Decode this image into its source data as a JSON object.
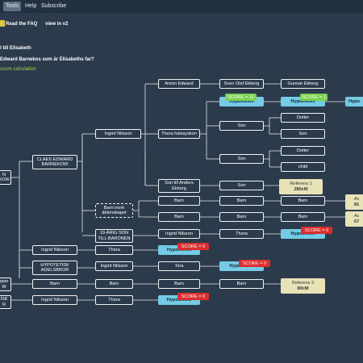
{
  "menu": {
    "items": [
      "Tools",
      "Help",
      "Subscribe"
    ]
  },
  "top_links": {
    "faq": "Read the FAQ",
    "v2": "view in v2"
  },
  "headings": {
    "line1": "l till Elisabeth",
    "line2": "Edward Barnekos som är Elisabeths far?"
  },
  "calc_link": "score calculation",
  "colors": {
    "background": "#2b3b4c",
    "hypothesis": "#75cbe5",
    "reference": "#e8e2b7",
    "score_green": "#7bd150",
    "score_red": "#dc2e2e"
  },
  "nodes": {
    "root_cut": "N\nKOW",
    "claes": "CLAES EDWARD\nBARNEKOW",
    "ingrid_mid": "Ingrid Nilsson",
    "anton": "Anton Edward",
    "sven": "Sven Olof Ekberg",
    "gunnar": "Gunnar Ekberg",
    "hyp_a": "Hypothesis",
    "hyp_b": "Hypothesis",
    "hyp_c": "Hypo",
    "thora_half": "Thora halvsyskon",
    "son1": "Son",
    "dotter1": "Dotter",
    "son_a": "Son",
    "son2": "Son",
    "dotter2": "Dotter",
    "child": "child",
    "son_anders": "Son till Anders\nEkberg",
    "son3": "Son",
    "ref1_title": "Referens 1",
    "ref1_val": "280cM",
    "barn_inom": "Barn inom\näktenskapet",
    "barn1": "Barn",
    "barn2": "Barn",
    "barn3": "Barn",
    "barn4": "Barn",
    "barn5": "Barn",
    "barn6": "Barn",
    "ac1_title": "Ac",
    "ac1_val": "81",
    "ac2_title": "Ac",
    "ac2_val": "67",
    "arig": "19-ÅRIG SON\nTILL BARONEN",
    "ingrid2": "Ingrid Nilsson",
    "thora1": "Thora",
    "hyp_d": "Hypothesis",
    "ingrid3": "Ingrid Nilsson",
    "thora2": "Thora",
    "hyp_e": "Hypothesis",
    "hypotetisk": "HYPOTETISK\nADELSBROR",
    "ingrid4": "Ingrid Nilsson",
    "tora": "Tora",
    "hyp_f": "Hypothesis",
    "pper": "pper\nW",
    "barn7": "Barn",
    "barn8": "Barn",
    "barn9": "Barn",
    "barn10": "Barn",
    "ref2_title": "Referens 2",
    "ref2_val": "80cM",
    "isk": "ISK\nR",
    "ingrid5": "Ingrid Nilsson",
    "thora3": "Thora",
    "hyp_g": "Hypothesis"
  },
  "scores": {
    "s15": "SCORE = 15",
    "s1": "SCORE = 1",
    "s0a": "SCORE = 0",
    "s0b": "SCORE = 0",
    "s0c": "SCORE = 0",
    "s0d": "SCORE = 0"
  }
}
